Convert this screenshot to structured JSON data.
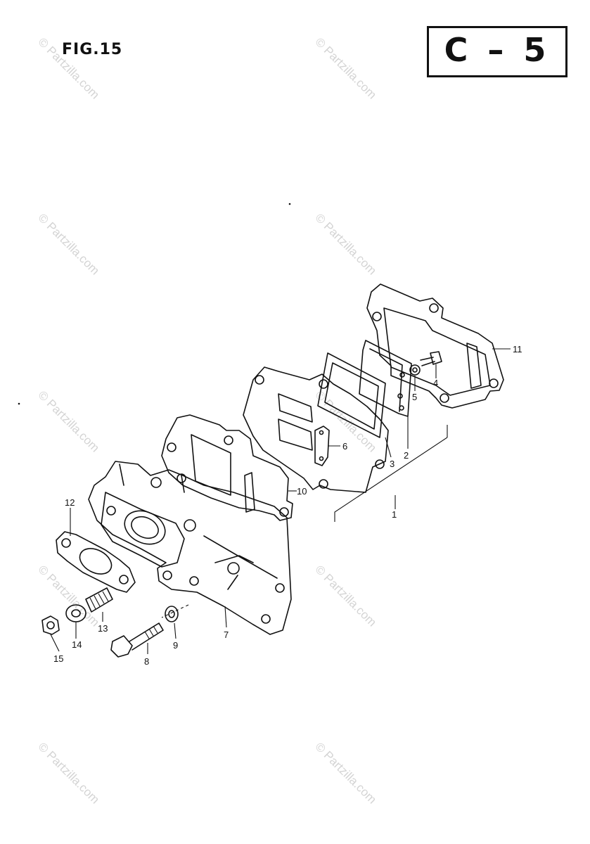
{
  "figure": {
    "title": "FIG.15",
    "code": "C – 5"
  },
  "watermark": {
    "text": "© Partzilla.com"
  },
  "callouts": [
    {
      "id": "1",
      "label": "1"
    },
    {
      "id": "2",
      "label": "2"
    },
    {
      "id": "3",
      "label": "3"
    },
    {
      "id": "4",
      "label": "4"
    },
    {
      "id": "5",
      "label": "5"
    },
    {
      "id": "6",
      "label": "6"
    },
    {
      "id": "7",
      "label": "7"
    },
    {
      "id": "8",
      "label": "8"
    },
    {
      "id": "9",
      "label": "9"
    },
    {
      "id": "10",
      "label": "10"
    },
    {
      "id": "11",
      "label": "11"
    },
    {
      "id": "12",
      "label": "12"
    },
    {
      "id": "13",
      "label": "13"
    },
    {
      "id": "14",
      "label": "14"
    },
    {
      "id": "15",
      "label": "15"
    }
  ]
}
